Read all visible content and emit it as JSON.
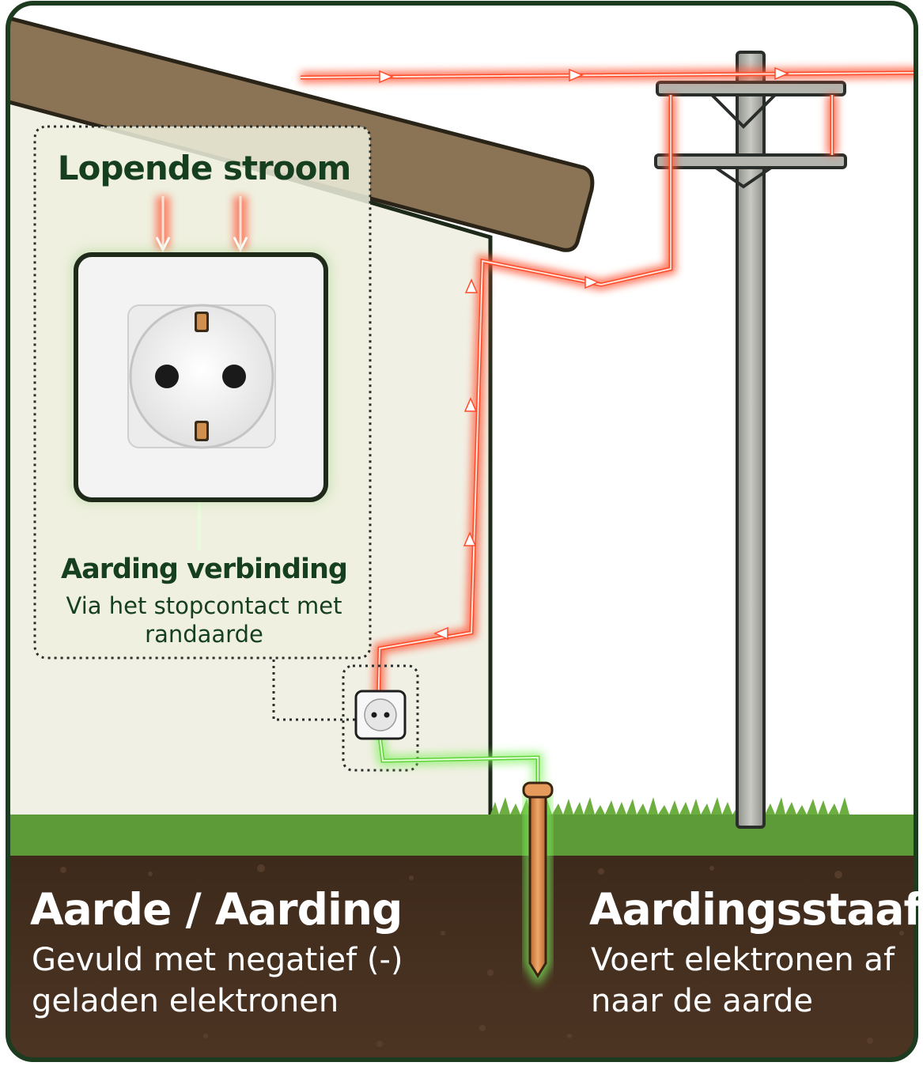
{
  "diagram": {
    "outlet_panel": {
      "title": "Lopende stroom",
      "grounding_title": "Aarding verbinding",
      "grounding_subtitle": "Via het stopcontact met randaarde"
    },
    "earth": {
      "title": "Aarde / Aarding",
      "subtitle": "Gevuld met negatief (-) geladen elektronen"
    },
    "rod": {
      "title": "Aardingsstaaf",
      "subtitle": "Voert elektronen af naar de aarde"
    }
  },
  "colors": {
    "frame": "#1d3b1f",
    "roof": "#8b7355",
    "wall": "#f1f0e4",
    "sky": "#ffffff",
    "grass": "#5d9b38",
    "soil": "#4a3322",
    "current_wire": "#ff4a2a",
    "ground_wire": "#5ed43a",
    "rod": "#d58a4a",
    "pole": "#a9aaa4",
    "title_text": "#153f1f",
    "soil_text": "#ffffff"
  },
  "icons": [
    "wall-outlet-icon",
    "small-outlet-icon",
    "utility-pole-icon",
    "grounding-rod-icon",
    "current-arrow-icon"
  ]
}
